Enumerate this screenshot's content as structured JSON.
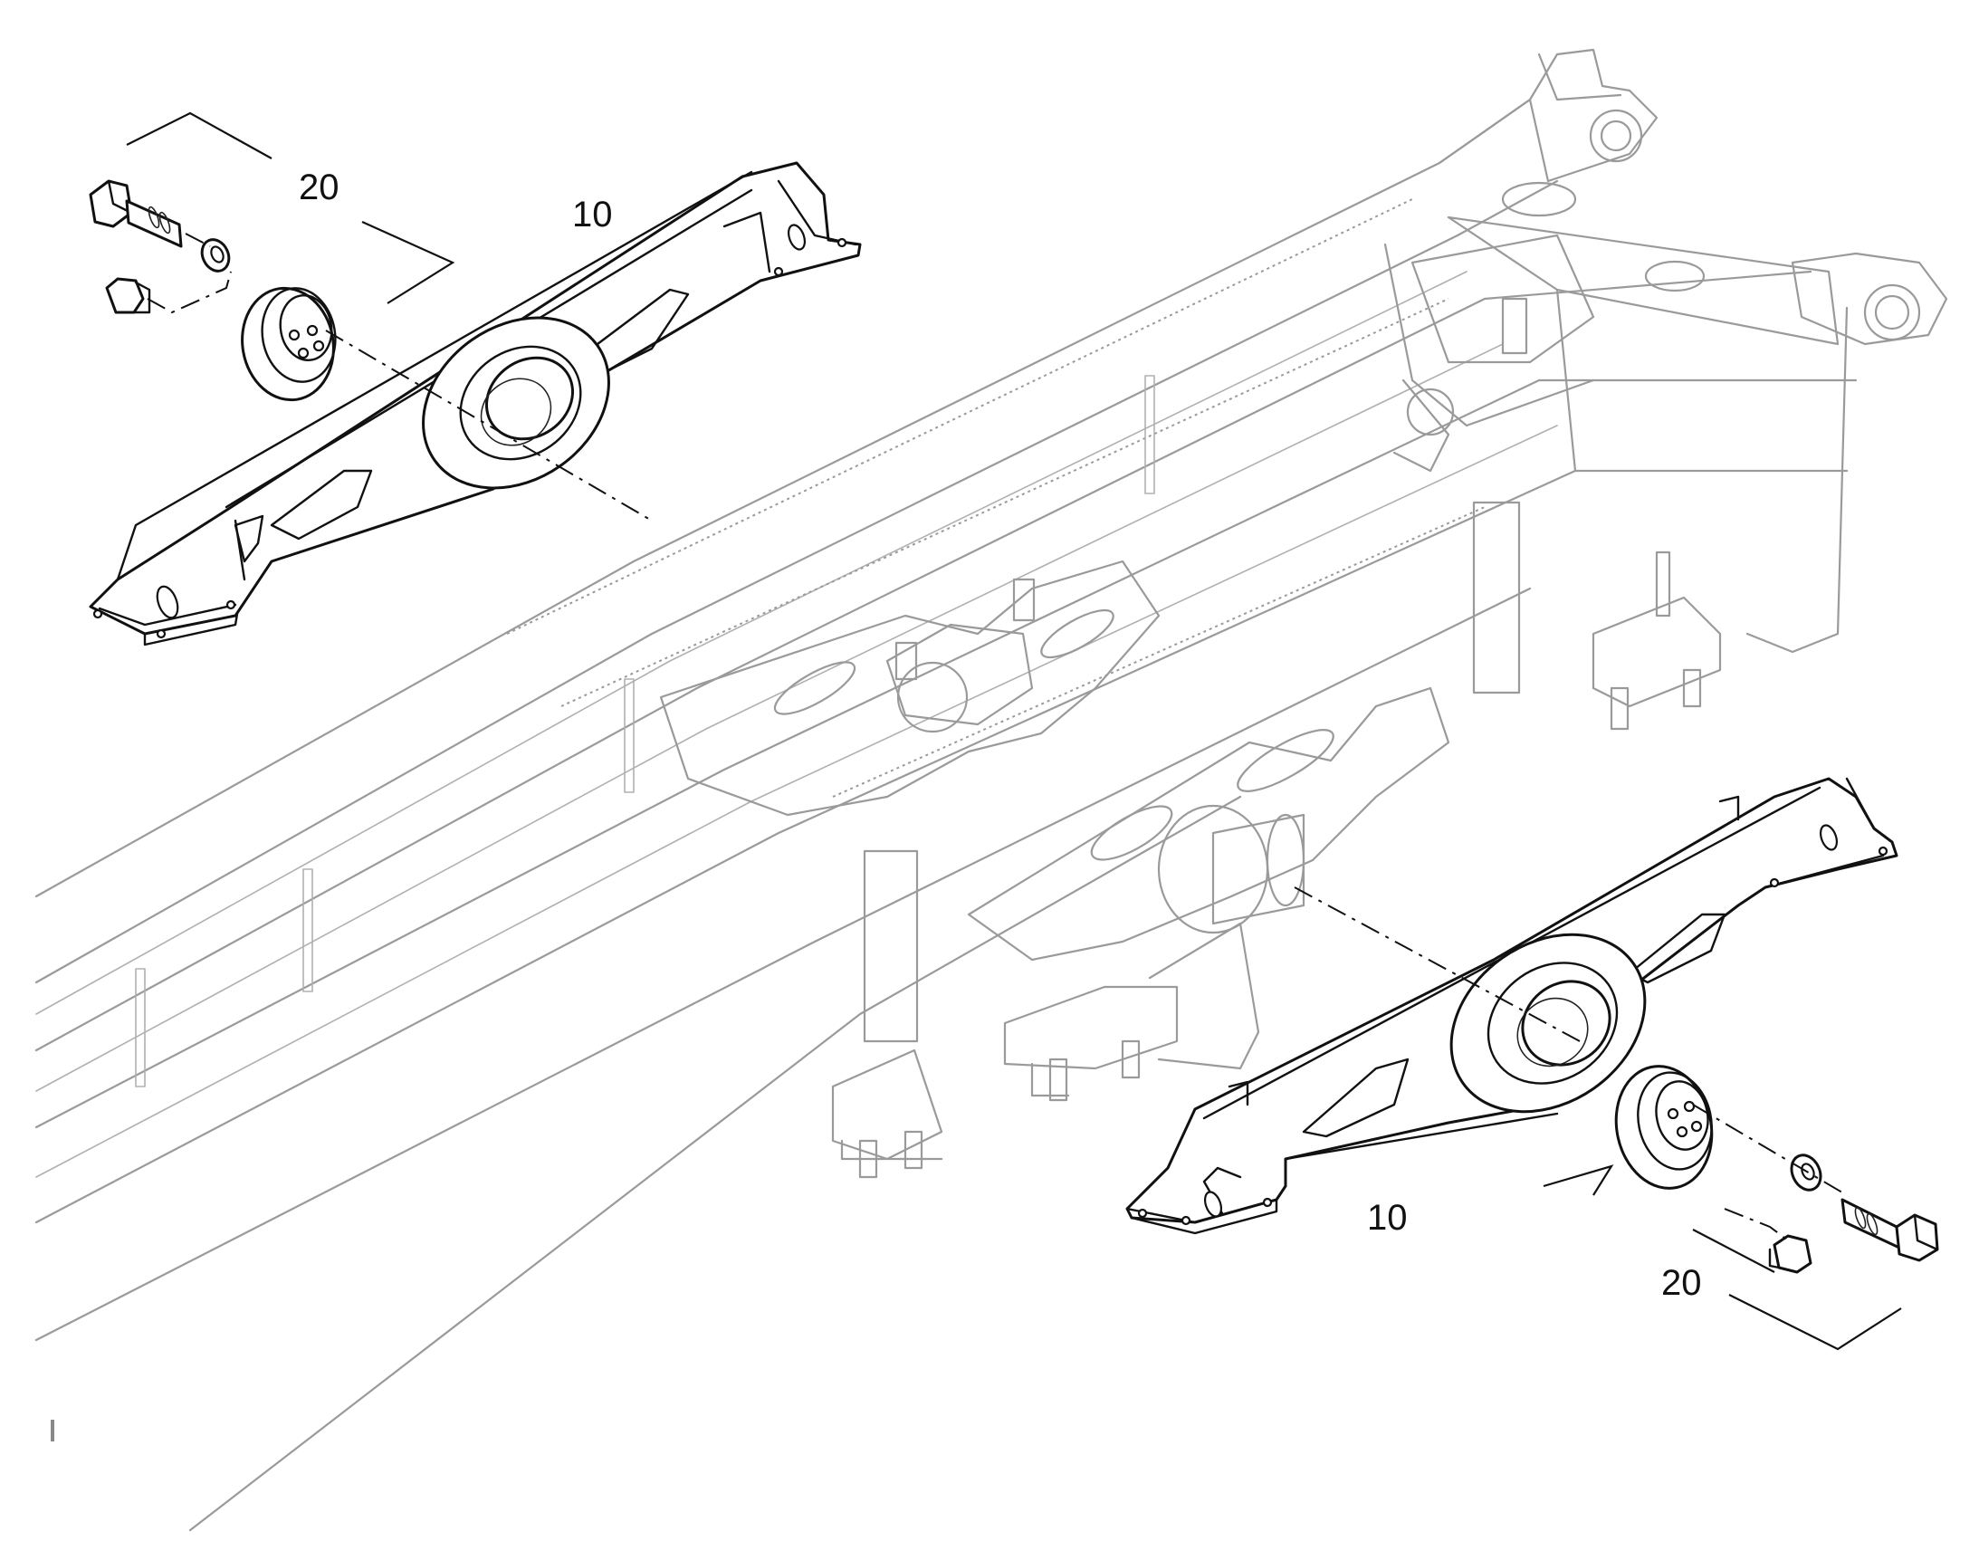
{
  "callouts": {
    "upper_kit": "20",
    "upper_beam": "10",
    "lower_beam": "10",
    "lower_kit": "20"
  }
}
